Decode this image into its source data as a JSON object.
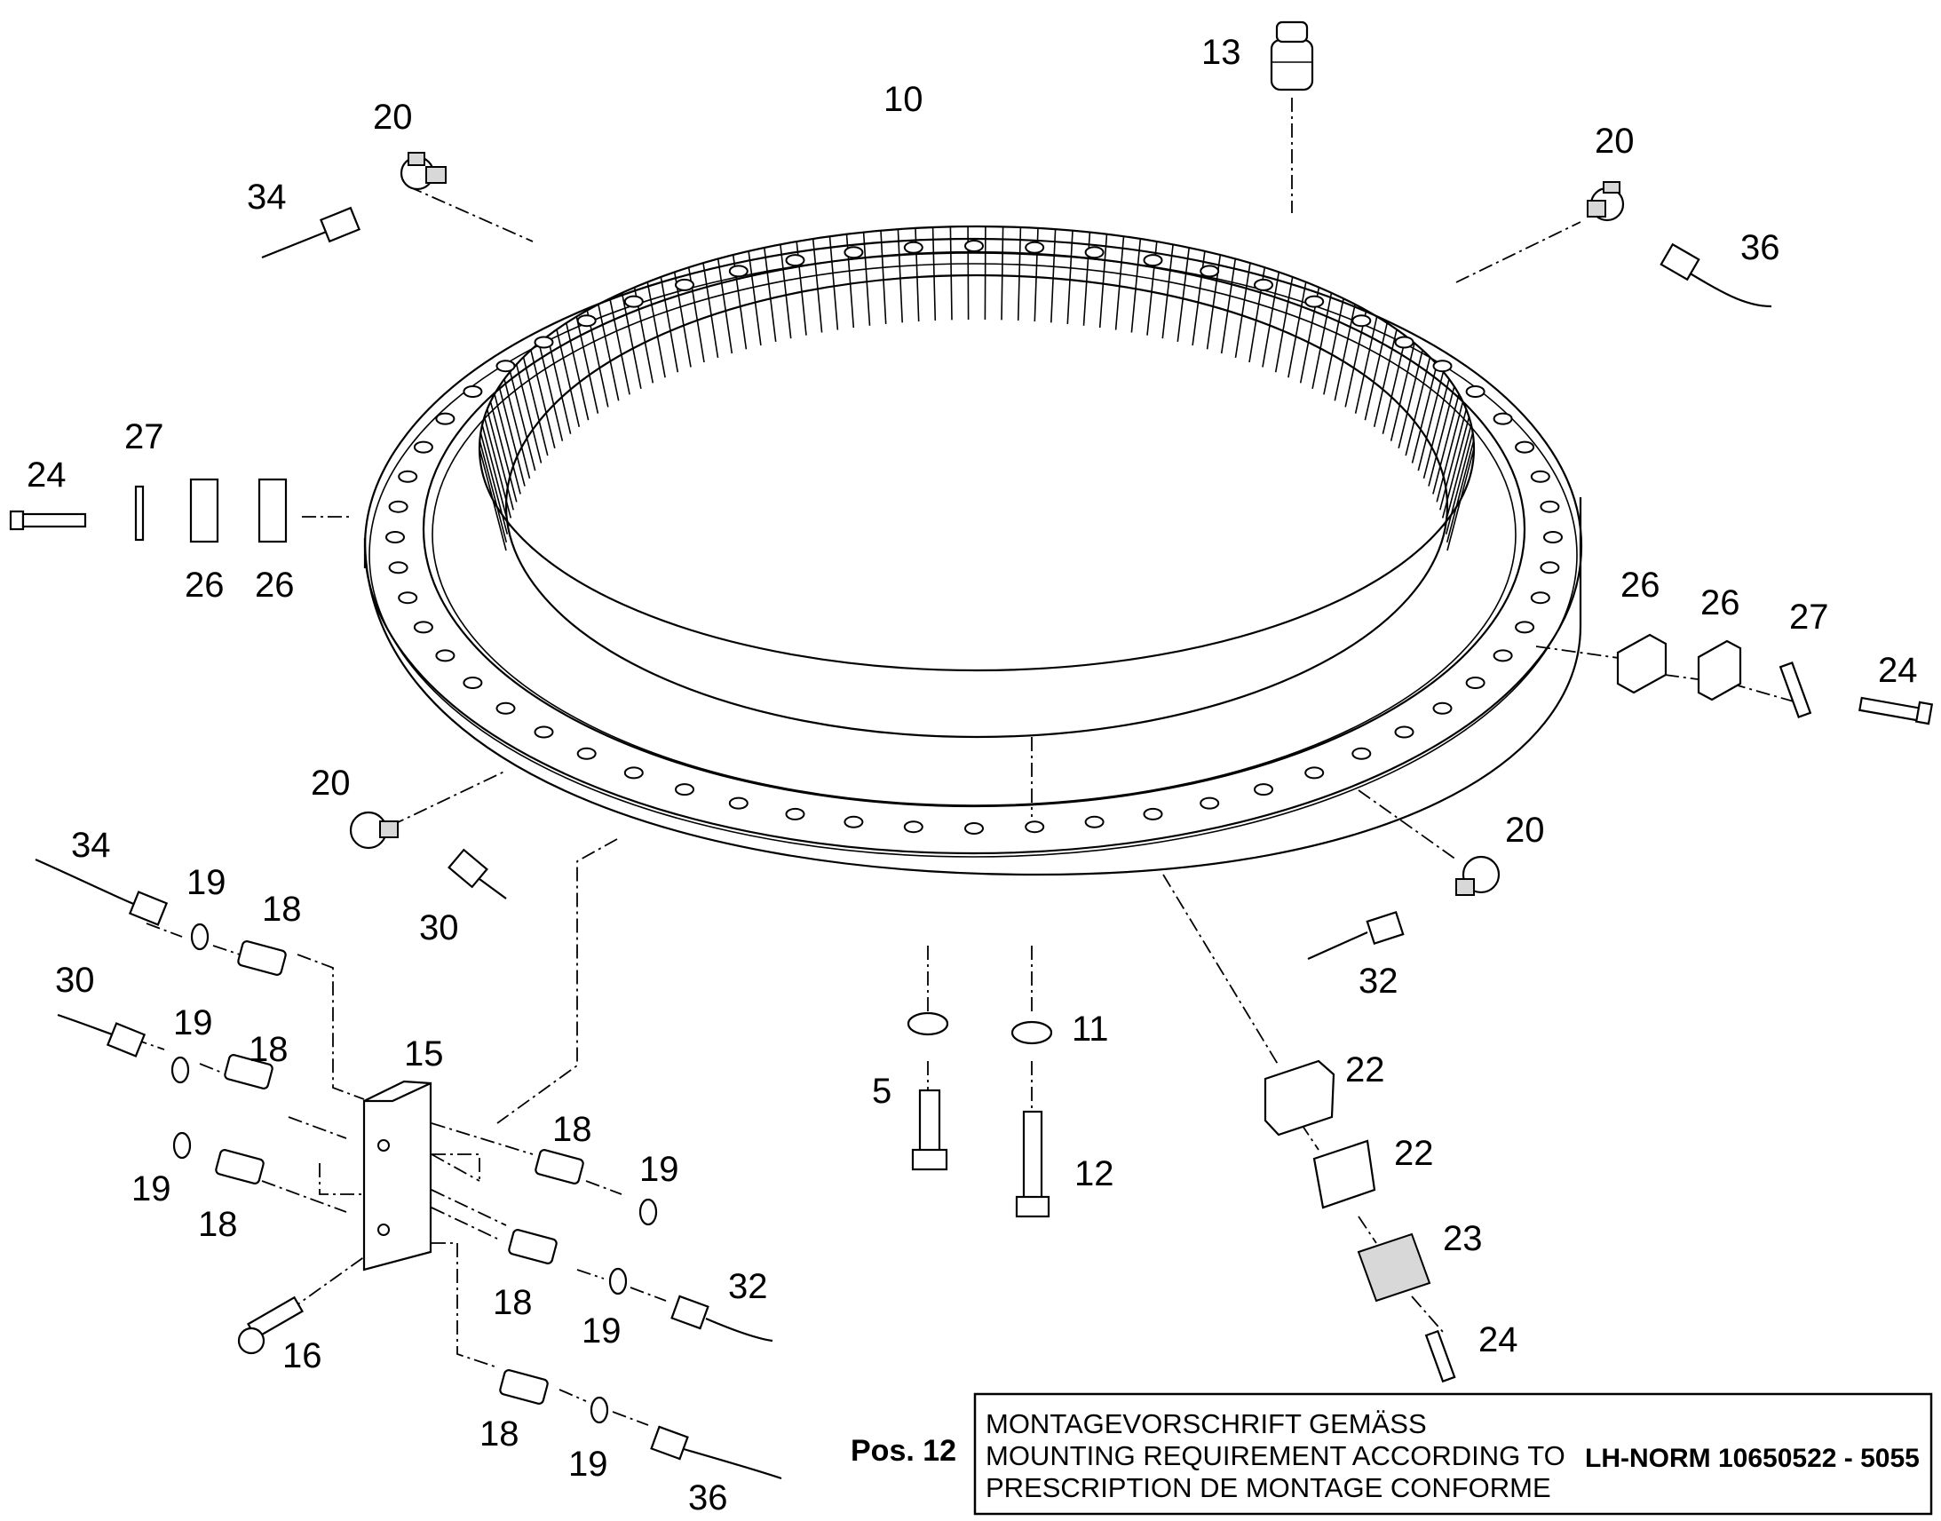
{
  "diagram": {
    "callouts": [
      {
        "id": "c10",
        "text": "10"
      },
      {
        "id": "c13",
        "text": "13"
      },
      {
        "id": "c20a",
        "text": "20"
      },
      {
        "id": "c34a",
        "text": "34"
      },
      {
        "id": "c20b",
        "text": "20"
      },
      {
        "id": "c36a",
        "text": "36"
      },
      {
        "id": "c27a",
        "text": "27"
      },
      {
        "id": "c24a",
        "text": "24"
      },
      {
        "id": "c26a",
        "text": "26"
      },
      {
        "id": "c26b",
        "text": "26"
      },
      {
        "id": "c26c",
        "text": "26"
      },
      {
        "id": "c26d",
        "text": "26"
      },
      {
        "id": "c27b",
        "text": "27"
      },
      {
        "id": "c24b",
        "text": "24"
      },
      {
        "id": "c20c",
        "text": "20"
      },
      {
        "id": "c34b",
        "text": "34"
      },
      {
        "id": "c30a",
        "text": "30"
      },
      {
        "id": "c19a",
        "text": "19"
      },
      {
        "id": "c18a",
        "text": "18"
      },
      {
        "id": "c30b",
        "text": "30"
      },
      {
        "id": "c19b",
        "text": "19"
      },
      {
        "id": "c18b",
        "text": "18"
      },
      {
        "id": "c15",
        "text": "15"
      },
      {
        "id": "c19c",
        "text": "19"
      },
      {
        "id": "c18c",
        "text": "18"
      },
      {
        "id": "c18d",
        "text": "18"
      },
      {
        "id": "c19d",
        "text": "19"
      },
      {
        "id": "c20d",
        "text": "20"
      },
      {
        "id": "c32a",
        "text": "32"
      },
      {
        "id": "c5",
        "text": "5"
      },
      {
        "id": "c11",
        "text": "11"
      },
      {
        "id": "c12",
        "text": "12"
      },
      {
        "id": "c22a",
        "text": "22"
      },
      {
        "id": "c22b",
        "text": "22"
      },
      {
        "id": "c23",
        "text": "23"
      },
      {
        "id": "c24c",
        "text": "24"
      },
      {
        "id": "c18e",
        "text": "18"
      },
      {
        "id": "c19e",
        "text": "19"
      },
      {
        "id": "c32b",
        "text": "32"
      },
      {
        "id": "c16",
        "text": "16"
      },
      {
        "id": "c18f",
        "text": "18"
      },
      {
        "id": "c19f",
        "text": "19"
      },
      {
        "id": "c36b",
        "text": "36"
      }
    ]
  },
  "note": {
    "pos_label": "Pos. 12",
    "line1": "MONTAGEVORSCHRIFT GEMÄSS",
    "line2": "MOUNTING REQUIREMENT ACCORDING TO",
    "line3": "PRESCRIPTION DE MONTAGE CONFORME",
    "norm": "LH-NORM 10650522 - 5055"
  }
}
